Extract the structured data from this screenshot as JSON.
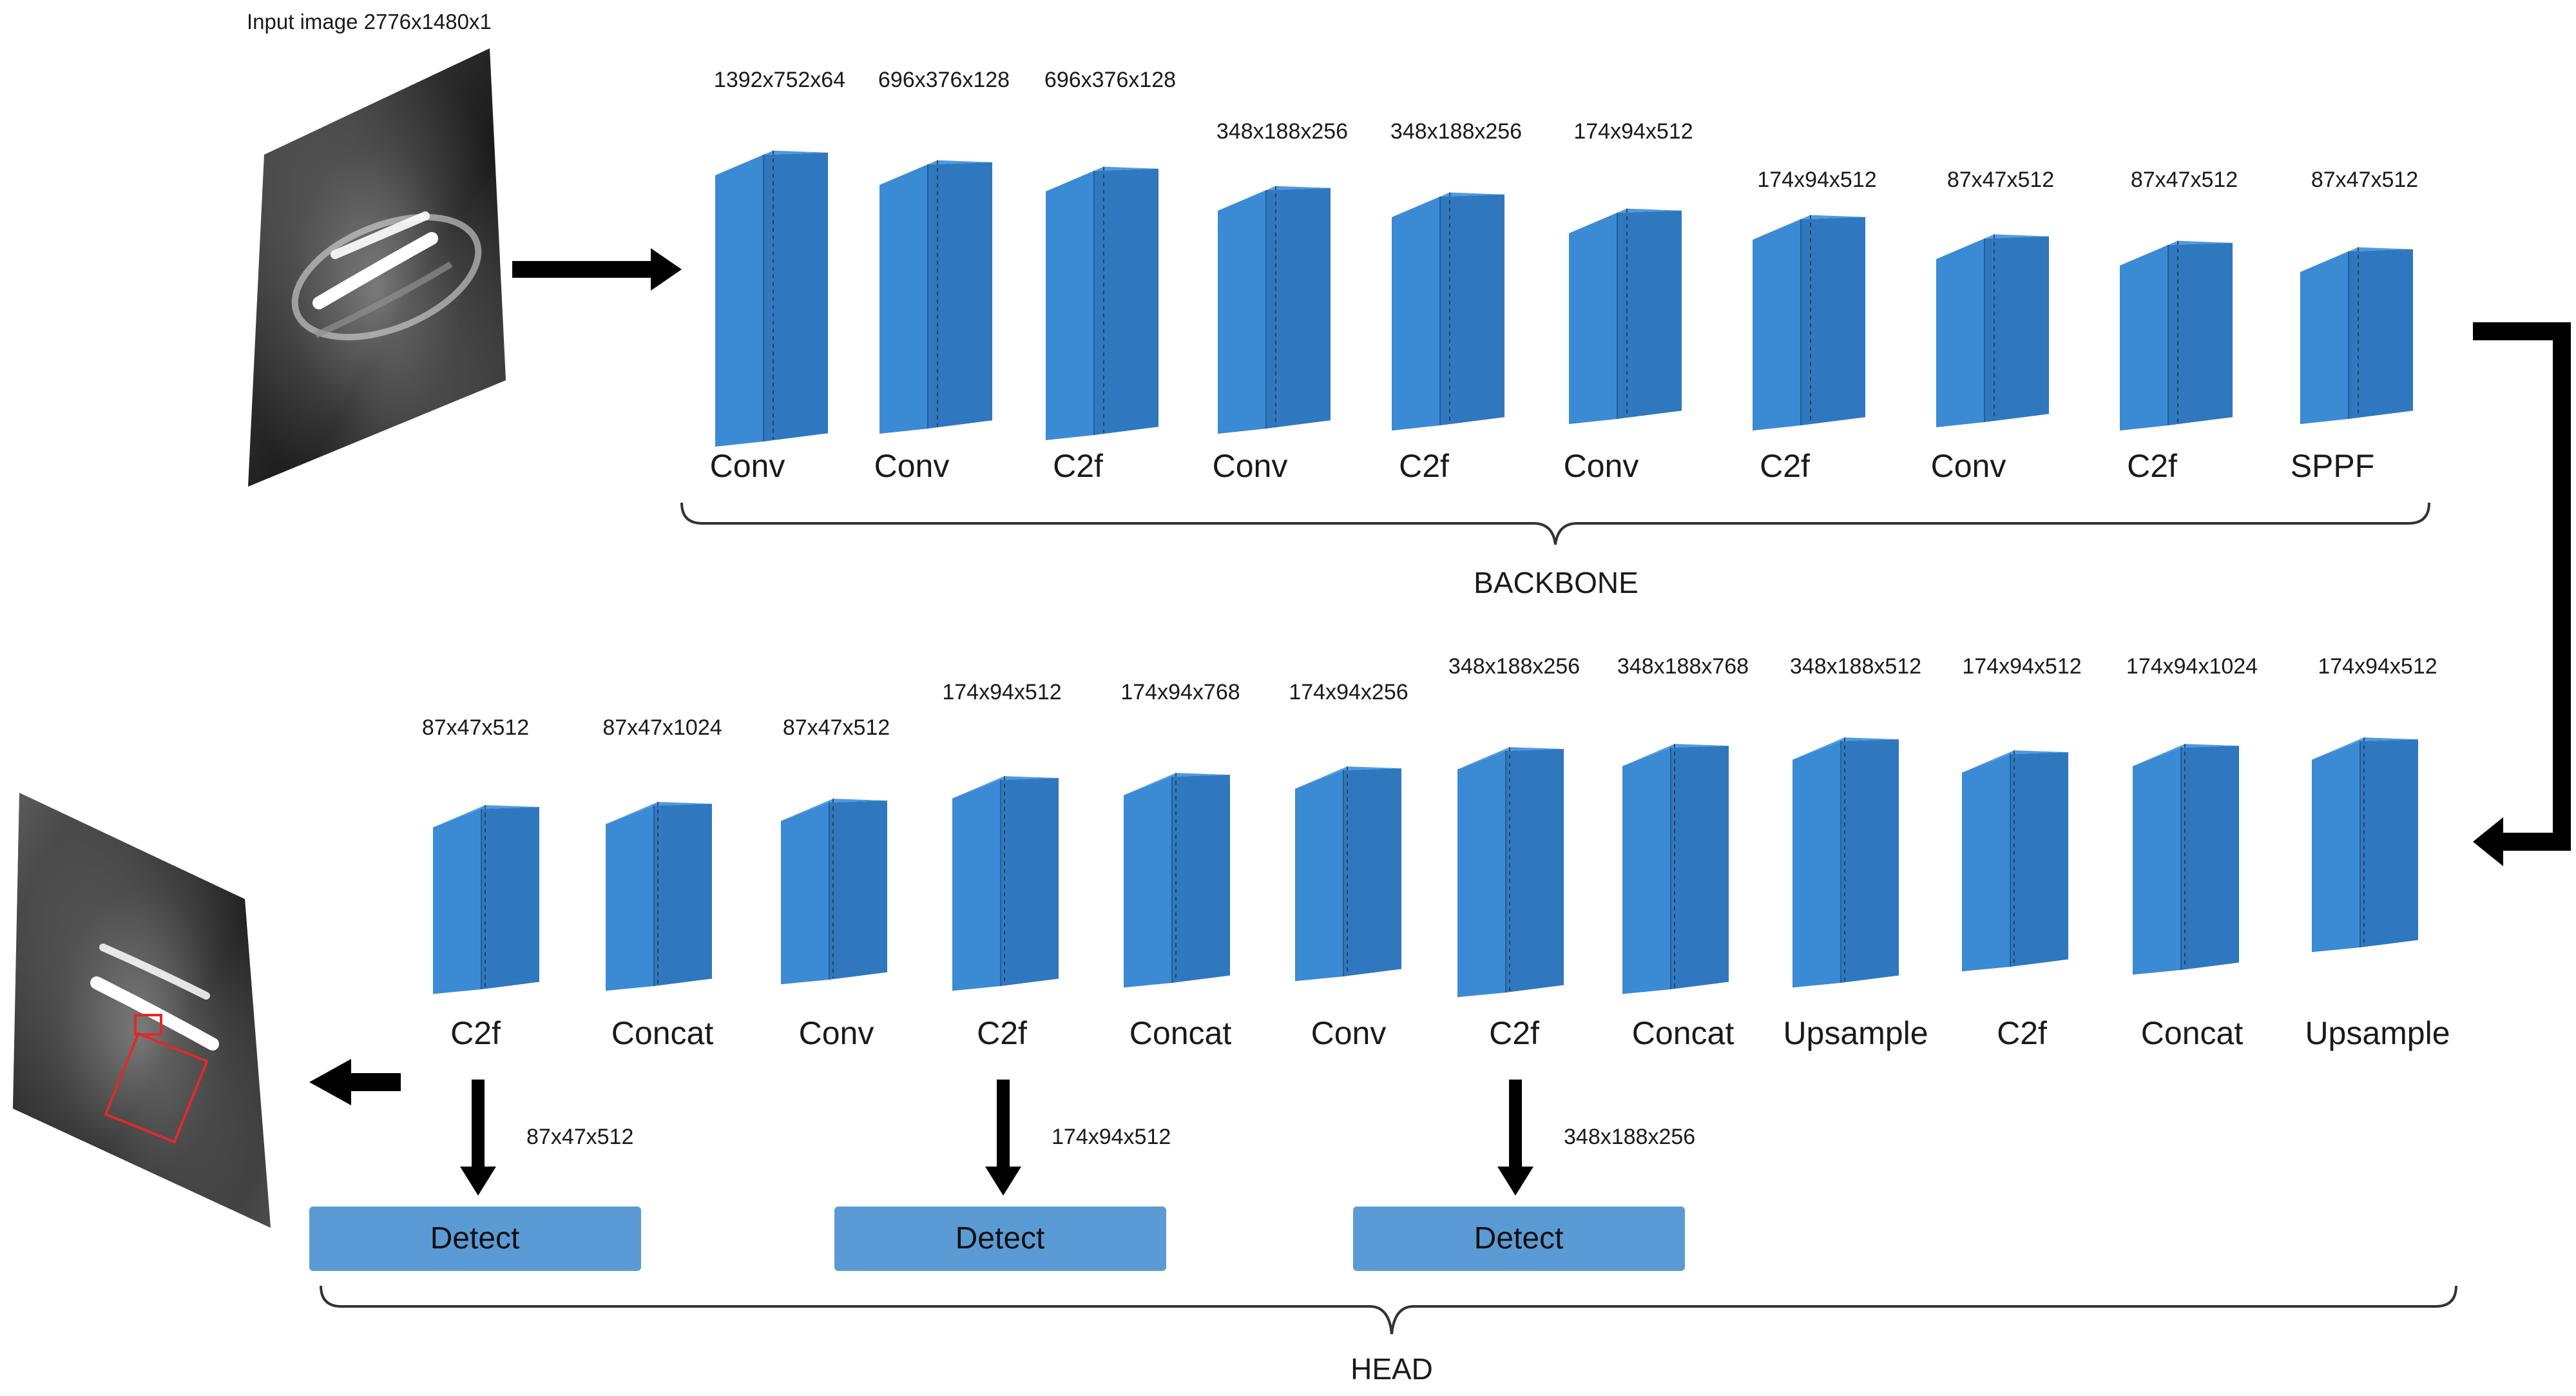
{
  "input_label": "Input image 2776x1480x1",
  "backbone": {
    "label": "BACKBONE",
    "layers": [
      {
        "name": "Conv",
        "dims": "1392x752x64"
      },
      {
        "name": "Conv",
        "dims": "696x376x128"
      },
      {
        "name": "C2f",
        "dims": "696x376x128"
      },
      {
        "name": "Conv",
        "dims": "348x188x256"
      },
      {
        "name": "C2f",
        "dims": "348x188x256"
      },
      {
        "name": "Conv",
        "dims": "174x94x512"
      },
      {
        "name": "C2f",
        "dims": "174x94x512"
      },
      {
        "name": "Conv",
        "dims": "87x47x512"
      },
      {
        "name": "C2f",
        "dims": "87x47x512"
      },
      {
        "name": "SPPF",
        "dims": "87x47x512"
      }
    ]
  },
  "head": {
    "label": "HEAD",
    "layers": [
      {
        "name": "C2f",
        "dims": "87x47x512"
      },
      {
        "name": "Concat",
        "dims": "87x47x1024"
      },
      {
        "name": "Conv",
        "dims": "87x47x512"
      },
      {
        "name": "C2f",
        "dims": "174x94x512"
      },
      {
        "name": "Concat",
        "dims": "174x94x768"
      },
      {
        "name": "Conv",
        "dims": "174x94x256"
      },
      {
        "name": "C2f",
        "dims": "348x188x256"
      },
      {
        "name": "Concat",
        "dims": "348x188x768"
      },
      {
        "name": "Upsample",
        "dims": "348x188x512"
      },
      {
        "name": "C2f",
        "dims": "174x94x512"
      },
      {
        "name": "Concat",
        "dims": "174x94x1024"
      },
      {
        "name": "Upsample",
        "dims": "174x94x512"
      }
    ],
    "detect": [
      {
        "label": "Detect",
        "dims": "87x47x512"
      },
      {
        "label": "Detect",
        "dims": "174x94x512"
      },
      {
        "label": "Detect",
        "dims": "348x188x256"
      }
    ]
  },
  "colors": {
    "block_front": "#3b8ad4",
    "block_side": "#2f78bf",
    "block_top": "#4e9ae0",
    "detect_fill": "#5b9bd5",
    "arrow": "#000000"
  },
  "icons": {
    "input_image": "dental-xray-icon",
    "output_image": "dental-xray-detection-icon"
  }
}
